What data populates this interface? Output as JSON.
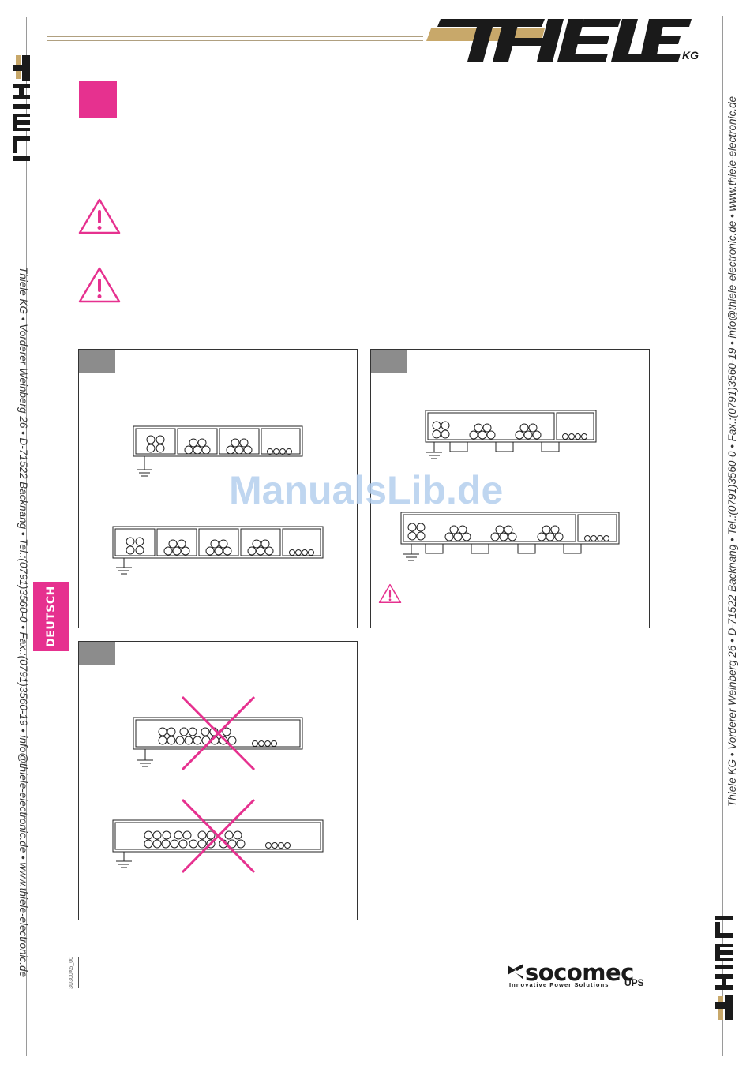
{
  "header": {
    "brand": "THIELE",
    "brand_suffix": "KG",
    "brand_colors": {
      "gold": "#c8a86a",
      "black": "#1a1a1a",
      "pink": "#e6318f"
    }
  },
  "sidebar": {
    "contact_line": "Thiele KG • Vorderer Weinberg 26 • D-71522 Backnang • Tel.:(0791)3560-0 • Fax.:(0791)3560-19 • info@thiele-electronic.de • www.thiele-electronic.de",
    "language_tab": "DEUTSCH"
  },
  "content": {
    "section_marker_icon": "pink-square",
    "warning_icons": [
      "warning-triangle-icon",
      "warning-triangle-icon"
    ]
  },
  "panels": [
    {
      "id": "correct-single-bundle",
      "icon": "panel-tab"
    },
    {
      "id": "correct-multiple-bundles",
      "icon": "panel-tab",
      "note_icon": "warning-triangle-icon"
    },
    {
      "id": "incorrect-cable-layout",
      "icon": "panel-tab",
      "cross_icon": "pink-cross-icon"
    }
  ],
  "watermark": "ManualsLib.de",
  "footer": {
    "doc_code": "3U300X5_00",
    "company": "socomec",
    "tagline": "Innovative Power Solutions",
    "product": "UPS"
  }
}
